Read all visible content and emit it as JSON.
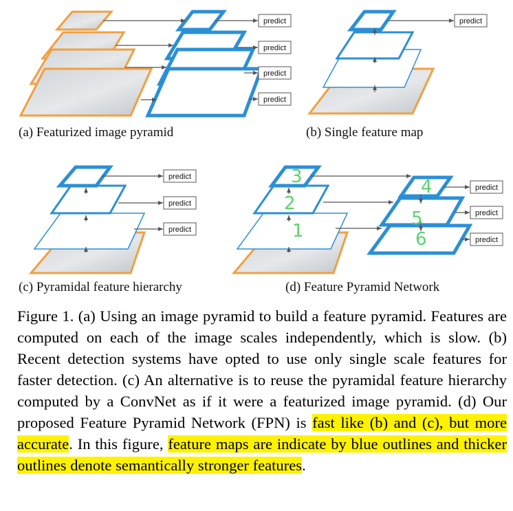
{
  "figure": {
    "predict_label": "predict",
    "subcaptions": {
      "a": "(a) Featurized image pyramid",
      "b": "(b) Single feature map",
      "c": "(c) Pyramidal feature hierarchy",
      "d": "(d) Feature Pyramid Network"
    },
    "handwritten_numbers": [
      "3",
      "2",
      "1",
      "4",
      "5",
      "6"
    ],
    "colors": {
      "feature_outline": "#2b8fd6",
      "image_outline": "#f0a040",
      "highlight": "#fff200",
      "handwriting": "#59d36a"
    }
  },
  "caption": {
    "text1": "Figure 1. (a) Using an image pyramid to build a feature pyramid. Features are computed on each of the image scales independently, which is slow.  (b) Recent detection systems have opted to use only single scale features for faster detection. (c) An alternative is to reuse the pyramidal feature hierarchy computed by a ConvNet as if it were a featurized image pyramid. (d) Our proposed Feature Pyramid Network (FPN) is ",
    "highlight1": "fast like (b) and (c), but more accurate",
    "text2": ". In this figure, ",
    "highlight2": "feature maps are indicate by blue outlines and thicker outlines denote semantically stronger features",
    "text3": "."
  }
}
